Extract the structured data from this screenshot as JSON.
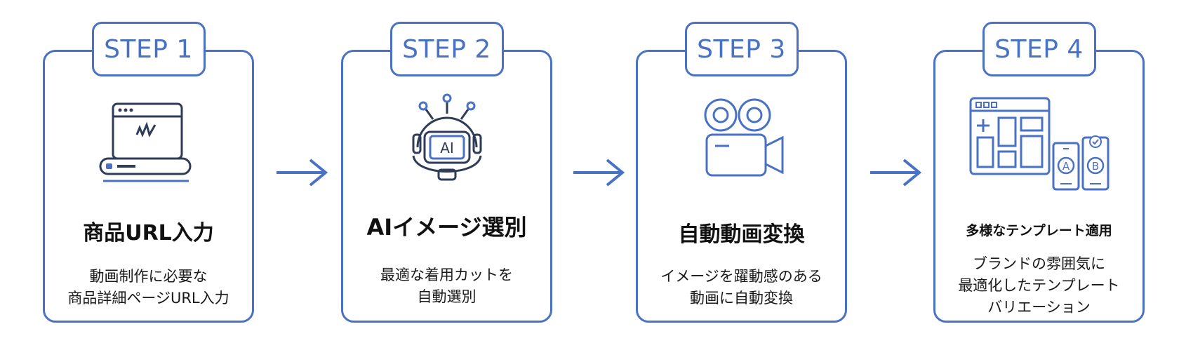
{
  "steps": [
    {
      "step": "STEP 1",
      "title": "商品URL入力",
      "desc1": "動画制作に必要な",
      "desc2": "商品詳細ページURL入力",
      "desc3": ""
    },
    {
      "step": "STEP 2",
      "title": "AIイメージ選別",
      "desc1": "最適な着用カットを",
      "desc2": "自動選別",
      "desc3": "",
      "icon_text": "AI"
    },
    {
      "step": "STEP 3",
      "title": "自動動画変換",
      "desc1": "イメージを躍動感のある",
      "desc2": "動画に自動変換",
      "desc3": ""
    },
    {
      "step": "STEP 4",
      "title": "多様なテンプレート適用",
      "desc1": "ブランドの雰囲気に",
      "desc2": "最適化したテンプレート",
      "desc3": "バリエーション",
      "icon_a": "A",
      "icon_b": "B"
    }
  ],
  "colors": {
    "accent": "#4a72c4",
    "text": "#111111"
  },
  "icons": [
    "browser-laptop-icon",
    "ai-robot-icon",
    "video-camera-icon",
    "template-devices-icon"
  ]
}
